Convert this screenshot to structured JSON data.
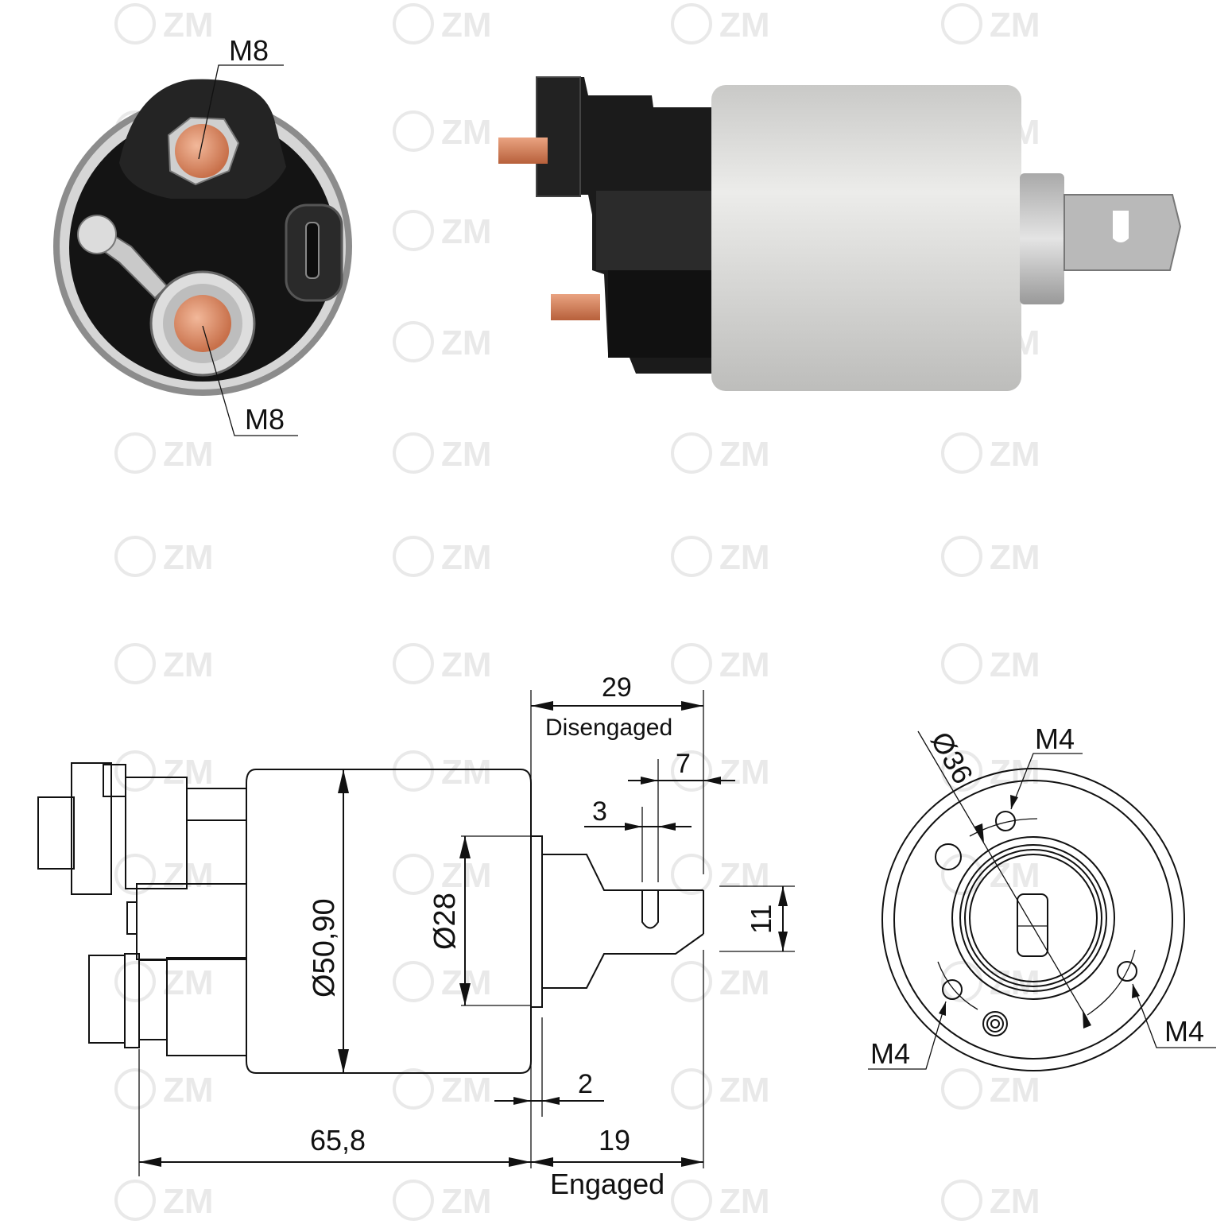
{
  "watermark": {
    "text": "ZM",
    "color": "#e9e9e9"
  },
  "photo_front": {
    "labels": {
      "top_terminal": "M8",
      "bottom_terminal": "M8"
    }
  },
  "photo_side": {
    "watermark_text": "ZM"
  },
  "drawing_side": {
    "dim_stroke_disengaged": "29",
    "label_disengaged": "Disengaged",
    "dim_slot_offset": "7",
    "dim_slot_width": "3",
    "dim_body_diameter": "Ø50,90",
    "dim_plunger_diameter": "Ø28",
    "dim_tab_height": "11",
    "dim_flange": "2",
    "dim_body_length": "65,8",
    "dim_stroke_engaged": "19",
    "label_engaged": "Engaged"
  },
  "drawing_end": {
    "dim_bolt_circle": "Ø36",
    "thread_top": "M4",
    "thread_left": "M4",
    "thread_right": "M4"
  },
  "colors": {
    "copper": "#d9835e",
    "body_grey": "#d6d6d4",
    "plastic_black": "#1b1b1b",
    "line": "#111111"
  }
}
